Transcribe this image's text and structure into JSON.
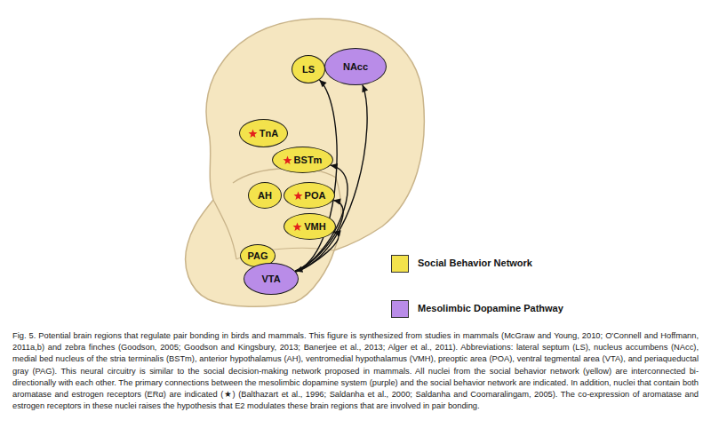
{
  "diagram": {
    "caption": "Fig. 5. Potential brain regions that regulate pair bonding in birds and mammals. This figure is synthesized from studies in mammals (McGraw and Young, 2010; O'Connell and Hoffmann, 2011a,b) and zebra finches (Goodson, 2005; Goodson and Kingsbury, 2013; Banerjee et al., 2013; Alger et al., 2011). Abbreviations: lateral septum (LS), nucleus accumbens (NAcc), medial bed nucleus of the stria terminalis (BSTm), anterior hypothalamus (AH), ventromedial hypothalamus (VMH), preoptic area (POA), ventral tegmental area (VTA), and periaqueductal gray (PAG). This neural circuitry is similar to the social decision-making network proposed in mammals. All nuclei from the social behavior network (yellow) are interconnected bi-directionally with each other. The primary connections between the mesolimbic dopamine system (purple) and the social behavior network are indicated. In addition, nuclei that contain both aromatase and estrogen receptors (ERα) are indicated (★) (Balthazart et al., 1996; Saldanha et al., 2000; Saldanha and Coomaralingam, 2005). The co-expression of aromatase and estrogen receptors in these nuclei raises the hypothesis that E2 modulates these brain regions that are involved in pair bonding.",
    "nodes": [
      {
        "text": [
          "NAcc"
        ]
      },
      {
        "text": [
          "LS"
        ]
      },
      {
        "text": [
          "TnA"
        ]
      },
      {
        "text": [
          "BSTm"
        ]
      },
      {
        "text": [
          "AH"
        ]
      },
      {
        "text": [
          "POA"
        ]
      },
      {
        "text": [
          "VMH"
        ]
      },
      {
        "text": [
          "PAG"
        ]
      },
      {
        "text": [
          "VTA"
        ]
      }
    ],
    "edges": [
      {
        "from": 8,
        "to": 0,
        "arrow": "both"
      },
      {
        "from": 8,
        "to": 1,
        "arrow": "to"
      },
      {
        "from": 8,
        "to": 3,
        "arrow": "to"
      },
      {
        "from": 8,
        "to": 5,
        "arrow": "to"
      },
      {
        "from": 8,
        "to": 6,
        "arrow": "to"
      }
    ],
    "legend": [
      {
        "text": "Social Behavior Network",
        "color": "#f3e24c"
      },
      {
        "text": "Mesolimbic Dopamine Pathway",
        "color": "#b98ce8"
      }
    ]
  }
}
